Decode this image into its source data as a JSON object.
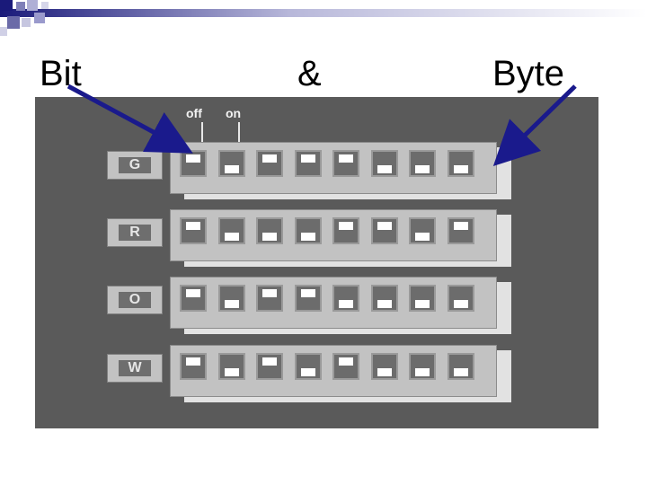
{
  "title": {
    "left": "Bit",
    "middle": "&",
    "right": "Byte"
  },
  "switch_labels": {
    "off": "off",
    "on": "on"
  },
  "rows": [
    {
      "letter": "G",
      "bits": [
        "off",
        "on",
        "off",
        "off",
        "off",
        "on",
        "on",
        "on"
      ]
    },
    {
      "letter": "R",
      "bits": [
        "off",
        "on",
        "on",
        "on",
        "off",
        "off",
        "on",
        "off"
      ]
    },
    {
      "letter": "O",
      "bits": [
        "off",
        "on",
        "off",
        "off",
        "on",
        "on",
        "on",
        "on"
      ]
    },
    {
      "letter": "W",
      "bits": [
        "off",
        "on",
        "off",
        "on",
        "off",
        "on",
        "on",
        "on"
      ]
    }
  ],
  "colors": {
    "arrow": "#1a1a8c",
    "background": "#5a5a5a",
    "panel": "#c2c2c2"
  }
}
